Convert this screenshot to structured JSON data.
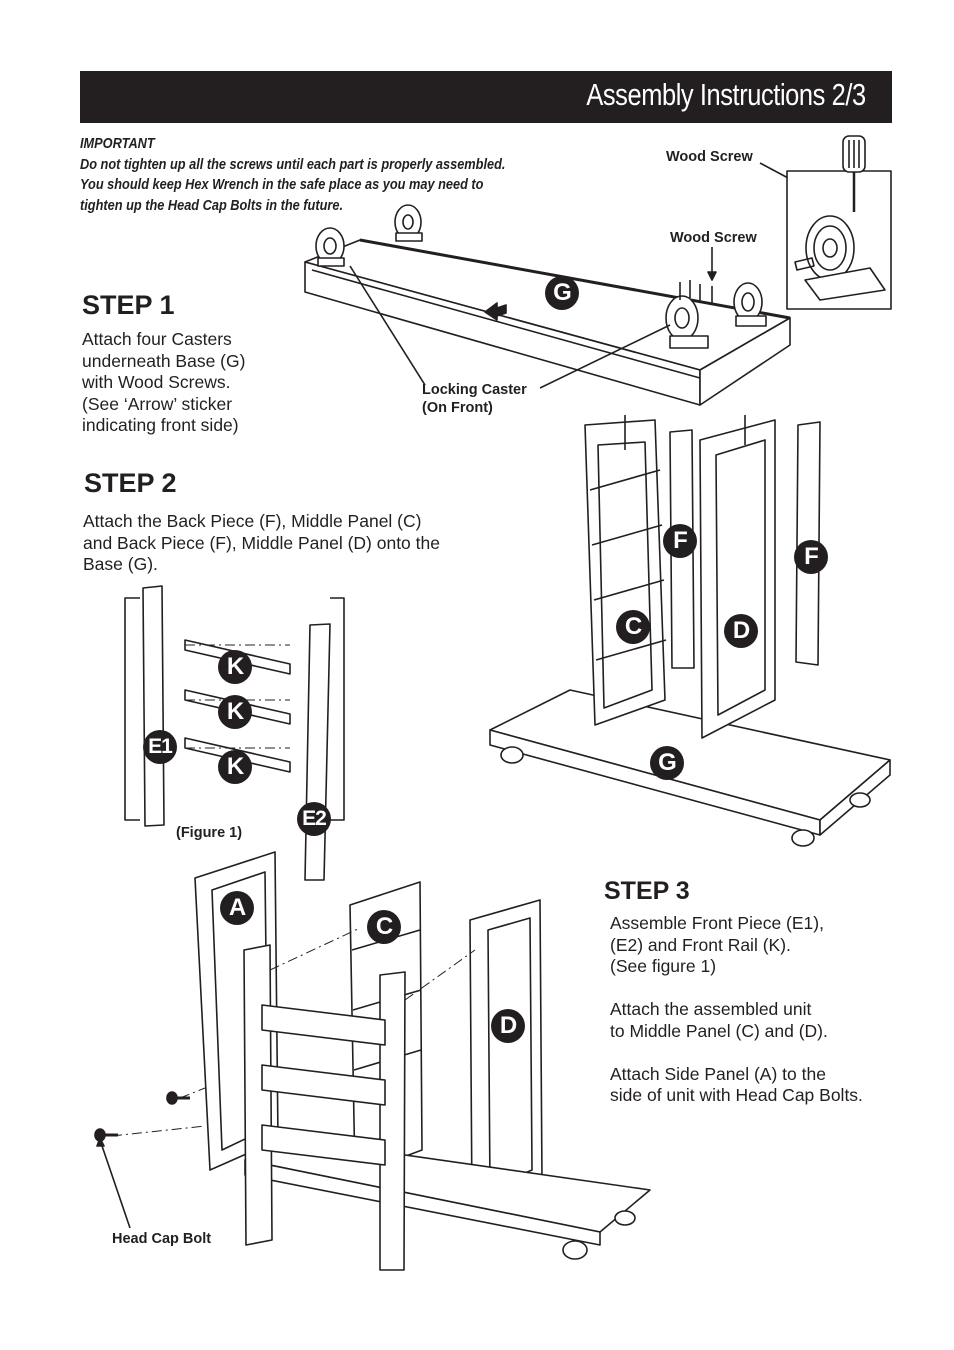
{
  "header": {
    "title": "Assembly Instructions 2/3",
    "background": "#231f20"
  },
  "important": {
    "heading": "IMPORTANT",
    "lines": [
      "Do not tighten up all the screws until each part is properly assembled.",
      "You should keep Hex Wrench in the safe place as you may need to",
      "tighten up the Head Cap Bolts in the future."
    ]
  },
  "step1": {
    "title": "STEP 1",
    "lines": [
      "Attach four Casters",
      "underneath Base (G)",
      "with Wood Screws.",
      "(See ‘Arrow’ sticker",
      "indicating front side)"
    ]
  },
  "step2": {
    "title": "STEP 2",
    "lines": [
      "Attach the Back Piece (F), Middle Panel (C)",
      "and Back Piece (F), Middle Panel (D) onto the",
      "Base (G)."
    ]
  },
  "step3": {
    "title": "STEP 3",
    "lines": [
      "Assemble Front Piece (E1),",
      "(E2) and Front Rail (K).",
      "(See figure 1)",
      "",
      "Attach the assembled unit",
      "to Middle Panel (C) and (D).",
      "",
      "Attach Side Panel (A) to the",
      "side of unit with Head Cap Bolts."
    ]
  },
  "callouts": {
    "wood_screw_1": "Wood Screw",
    "wood_screw_2": "Wood Screw",
    "locking_caster": [
      "Locking Caster",
      "(On Front)"
    ],
    "figure1": "(Figure 1)",
    "head_cap_bolt": "Head Cap Bolt"
  },
  "part_labels": {
    "g1": "G",
    "g2": "G",
    "f1": "F",
    "f2": "F",
    "c1": "C",
    "d1": "D",
    "k1": "K",
    "k2": "K",
    "k3": "K",
    "e1": "E1",
    "e2": "E2",
    "a": "A",
    "c2": "C",
    "d2": "D"
  },
  "icons": [
    "screwdriver-icon",
    "caster-icon",
    "screw-icon",
    "bolt-icon",
    "arrow-sticker-icon"
  ]
}
